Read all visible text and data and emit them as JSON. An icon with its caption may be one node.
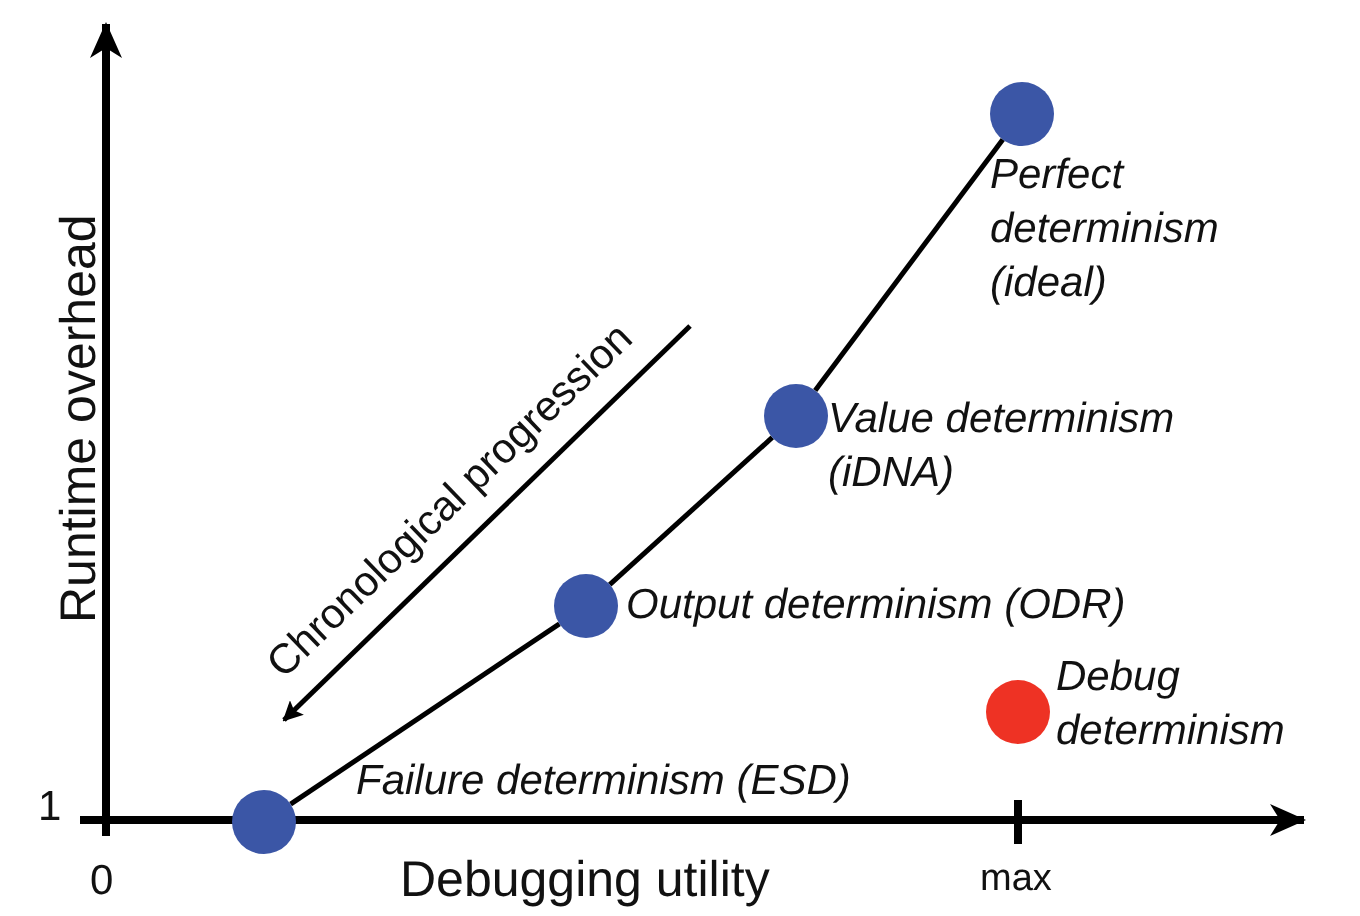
{
  "diagram": {
    "nodes": [
      {
        "text": [],
        "shape": "circle",
        "beside": [
          "Failure determinism (ESD)"
        ]
      },
      {
        "text": [],
        "shape": "circle",
        "beside": [
          "Output determinism (ODR)"
        ]
      },
      {
        "text": [],
        "shape": "circle",
        "beside": [
          "Value determinism (iDNA)"
        ]
      },
      {
        "text": [],
        "shape": "circle",
        "beside": [
          "Perfect determinism (ideal)"
        ]
      },
      {
        "text": [],
        "shape": "circle",
        "beside": [
          "Debug determinism"
        ]
      }
    ],
    "edges": [
      {
        "from": 0,
        "to": 1,
        "arrow": "none"
      },
      {
        "from": 1,
        "to": 2,
        "arrow": "none"
      },
      {
        "from": 2,
        "to": 3,
        "arrow": "none"
      }
    ],
    "labels": [
      "Runtime overhead",
      "Chronological progression",
      "1",
      "0",
      "Debugging utility",
      "max"
    ]
  }
}
